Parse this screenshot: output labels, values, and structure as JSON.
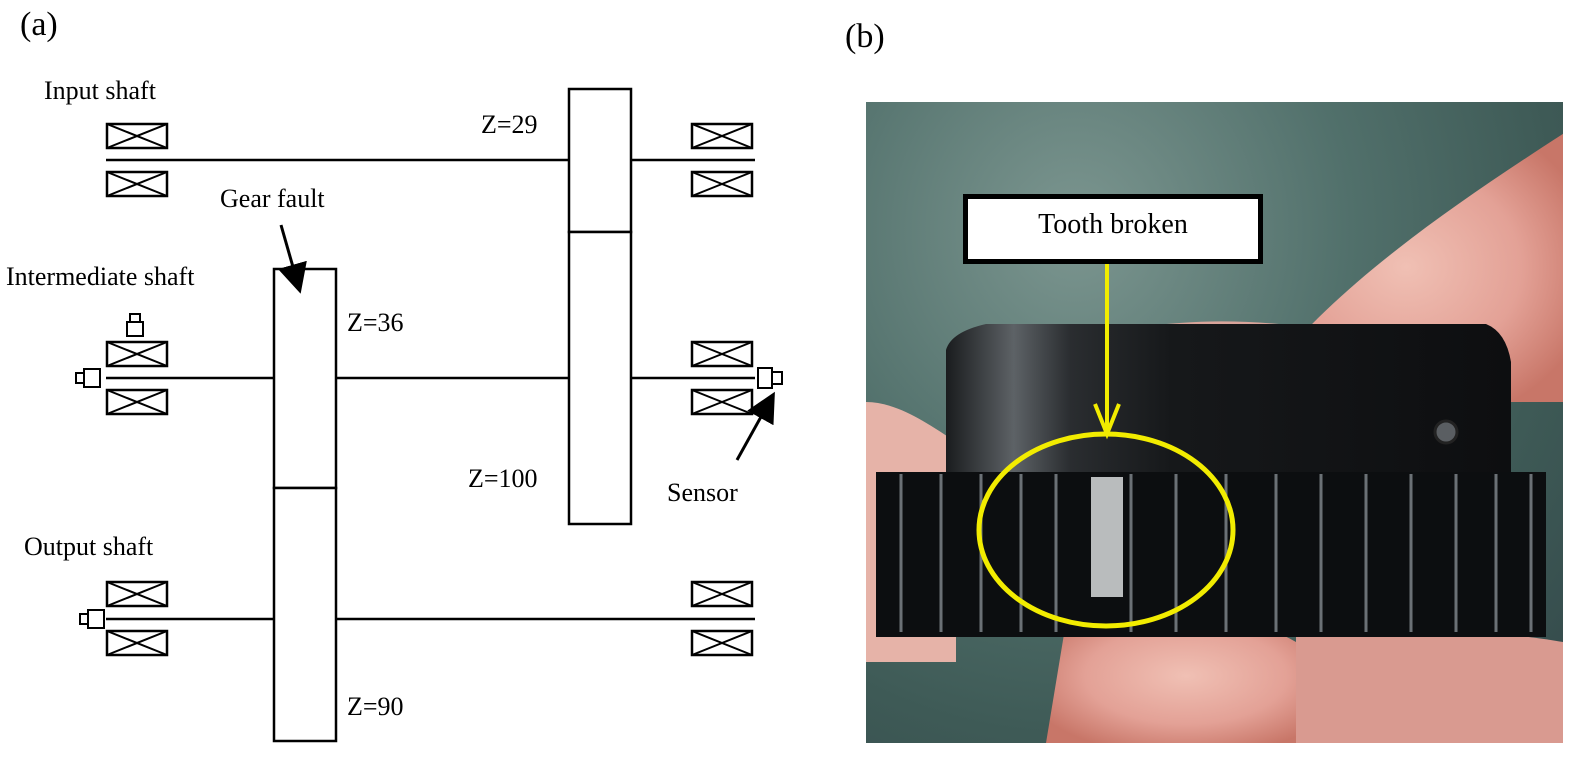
{
  "panels": {
    "a": {
      "label": "(a)",
      "shafts": {
        "input": "Input shaft",
        "intermediate": "Intermediate shaft",
        "output": "Output shaft"
      },
      "gears": {
        "z29": "Z=29",
        "z100": "Z=100",
        "z36": "Z=36",
        "z90": "Z=90"
      },
      "annotations": {
        "gear_fault": "Gear fault",
        "sensor": "Sensor"
      }
    },
    "b": {
      "label": "(b)",
      "callout": "Tooth broken",
      "highlight_color": "#f2ec00"
    }
  }
}
